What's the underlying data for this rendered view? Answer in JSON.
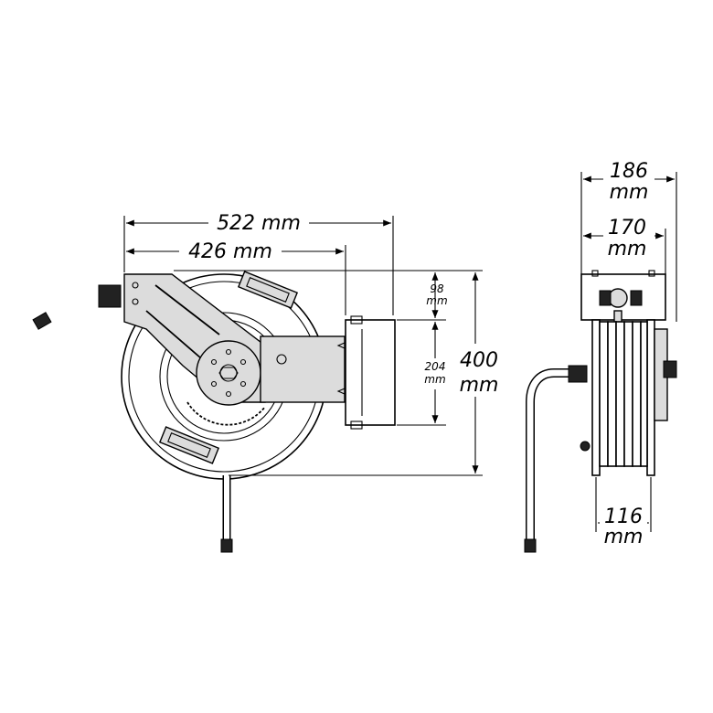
{
  "dimensions": {
    "front_overall_width": "522 mm",
    "front_inner_width": "426 mm",
    "bracket_top_value": "98",
    "bracket_top_unit": "mm",
    "bracket_height_value": "204",
    "bracket_height_unit": "mm",
    "overall_height": "400",
    "overall_height_unit": "mm",
    "side_overall_depth_value": "186",
    "side_overall_depth_unit": "mm",
    "side_bracket_depth_value": "170",
    "side_bracket_depth_unit": "mm",
    "side_base_width_value": "116",
    "side_base_width_unit": "mm"
  },
  "icons": {
    "front_view": "hose-reel-front-view",
    "side_view": "hose-reel-side-view"
  }
}
